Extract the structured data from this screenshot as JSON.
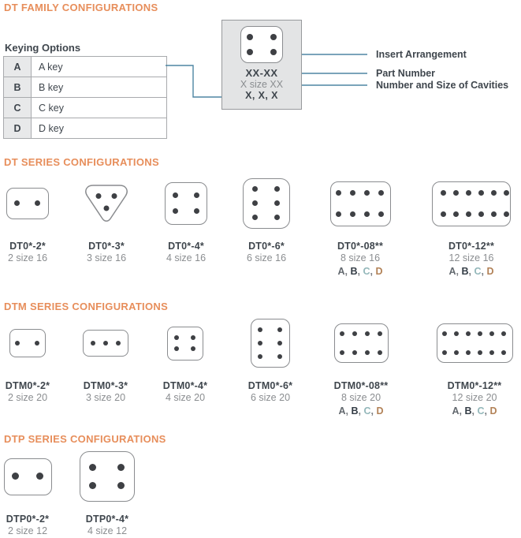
{
  "colors": {
    "heading_orange": "#E78E5B",
    "line_blue": "#4E86A3",
    "text_dark": "#3F464D",
    "text_gray": "#8A8D90",
    "shape_border": "#8A8C8F",
    "dot_color": "#3E4044",
    "box_bg": "#E3E4E5",
    "box_border": "#97999C",
    "table_border": "#A8AAAD",
    "key_col_bg": "#E8E9EA",
    "key_a": "#62686E",
    "key_b": "#343D46",
    "key_c": "#93B7BA",
    "key_d": "#B28257"
  },
  "family": {
    "heading": "DT FAMILY CONFIGURATIONS",
    "keying_title": "Keying Options",
    "keys": [
      {
        "code": "A",
        "label": "A key"
      },
      {
        "code": "B",
        "label": "B key"
      },
      {
        "code": "C",
        "label": "C key"
      },
      {
        "code": "D",
        "label": "D key"
      }
    ],
    "connector": {
      "type": "rect",
      "w": 54,
      "h": 47,
      "r": 10,
      "cols": 2,
      "rows": 2,
      "gx": 30,
      "gy": 19,
      "dot": 8
    },
    "part_number": "XX-XX",
    "cavity_line": "X size XX",
    "keying_line": "X, X, X",
    "callouts": {
      "insert": "Insert Arrangement",
      "part": "Part Number",
      "cavities": "Number and Size of Cavities"
    }
  },
  "sections": [
    {
      "heading": "DT SERIES CONFIGURATIONS",
      "items": [
        {
          "name": "DT0*-2*",
          "size": "2 size 16",
          "shape": {
            "type": "rect",
            "w": 54,
            "h": 40,
            "r": 9,
            "cols": 2,
            "rows": 1,
            "gx": 26,
            "gy": 0,
            "dot": 7
          }
        },
        {
          "name": "DT0*-3*",
          "size": "3 size 16",
          "shape": {
            "type": "triangle",
            "w": 58,
            "h": 50,
            "dot": 7
          }
        },
        {
          "name": "DT0*-4*",
          "size": "4 size 16",
          "shape": {
            "type": "rect",
            "w": 54,
            "h": 54,
            "r": 10,
            "cols": 2,
            "rows": 2,
            "gx": 27,
            "gy": 20,
            "dot": 7
          }
        },
        {
          "name": "DT0*-6*",
          "size": "6 size 16",
          "shape": {
            "type": "rect",
            "w": 60,
            "h": 64,
            "r": 12,
            "cols": 2,
            "rows": 3,
            "gx": 28,
            "gy": 18,
            "dot": 7
          }
        },
        {
          "name": "DT0*-08**",
          "size": "8 size 16",
          "keys": [
            "A",
            "B",
            "C",
            "D"
          ],
          "shape": {
            "type": "rect",
            "w": 77,
            "h": 57,
            "r": 10,
            "cols": 4,
            "rows": 2,
            "gx": 18,
            "gy": 27,
            "dot": 7
          }
        },
        {
          "name": "DT0*-12**",
          "size": "12 size 16",
          "keys": [
            "A",
            "B",
            "C",
            "D"
          ],
          "shape": {
            "type": "rect",
            "w": 110,
            "h": 57,
            "r": 10,
            "cols": 6,
            "rows": 2,
            "gx": 16,
            "gy": 27,
            "dot": 7
          }
        }
      ]
    },
    {
      "heading": "DTM SERIES CONFIGURATIONS",
      "items": [
        {
          "name": "DTM0*-2*",
          "size": "2 size 20",
          "shape": {
            "type": "rect",
            "w": 46,
            "h": 36,
            "r": 8,
            "cols": 2,
            "rows": 1,
            "gx": 25,
            "gy": 0,
            "dot": 6
          }
        },
        {
          "name": "DTM0*-3*",
          "size": "3 size 20",
          "shape": {
            "type": "rect",
            "w": 58,
            "h": 34,
            "r": 8,
            "cols": 3,
            "rows": 1,
            "gx": 16,
            "gy": 0,
            "dot": 6
          }
        },
        {
          "name": "DTM0*-4*",
          "size": "4 size 20",
          "shape": {
            "type": "rect",
            "w": 46,
            "h": 43,
            "r": 8,
            "cols": 2,
            "rows": 2,
            "gx": 21,
            "gy": 14,
            "dot": 6
          }
        },
        {
          "name": "DTM0*-6*",
          "size": "6 size 20",
          "shape": {
            "type": "rect",
            "w": 50,
            "h": 62,
            "r": 10,
            "cols": 2,
            "rows": 3,
            "gx": 25,
            "gy": 17,
            "dot": 6
          }
        },
        {
          "name": "DTM0*-08**",
          "size": "8 size 20",
          "keys": [
            "A",
            "B",
            "C",
            "D"
          ],
          "shape": {
            "type": "rect",
            "w": 69,
            "h": 50,
            "r": 10,
            "cols": 4,
            "rows": 2,
            "gx": 16,
            "gy": 24,
            "dot": 6
          }
        },
        {
          "name": "DTM0*-12**",
          "size": "12 size 20",
          "keys": [
            "A",
            "B",
            "C",
            "D"
          ],
          "shape": {
            "type": "rect",
            "w": 97,
            "h": 50,
            "r": 10,
            "cols": 6,
            "rows": 2,
            "gx": 15,
            "gy": 24,
            "dot": 6
          }
        }
      ]
    },
    {
      "heading": "DTP SERIES CONFIGURATIONS",
      "items": [
        {
          "name": "DTP0*-2*",
          "size": "2 size 12",
          "shape": {
            "type": "rect",
            "w": 61,
            "h": 47,
            "r": 10,
            "cols": 2,
            "rows": 1,
            "gx": 31,
            "gy": 0,
            "dot": 9
          }
        },
        {
          "name": "DTP0*-4*",
          "size": "4 size 12",
          "shape": {
            "type": "rect",
            "w": 70,
            "h": 64,
            "r": 12,
            "cols": 2,
            "rows": 2,
            "gx": 36,
            "gy": 23,
            "dot": 9
          }
        }
      ]
    }
  ]
}
